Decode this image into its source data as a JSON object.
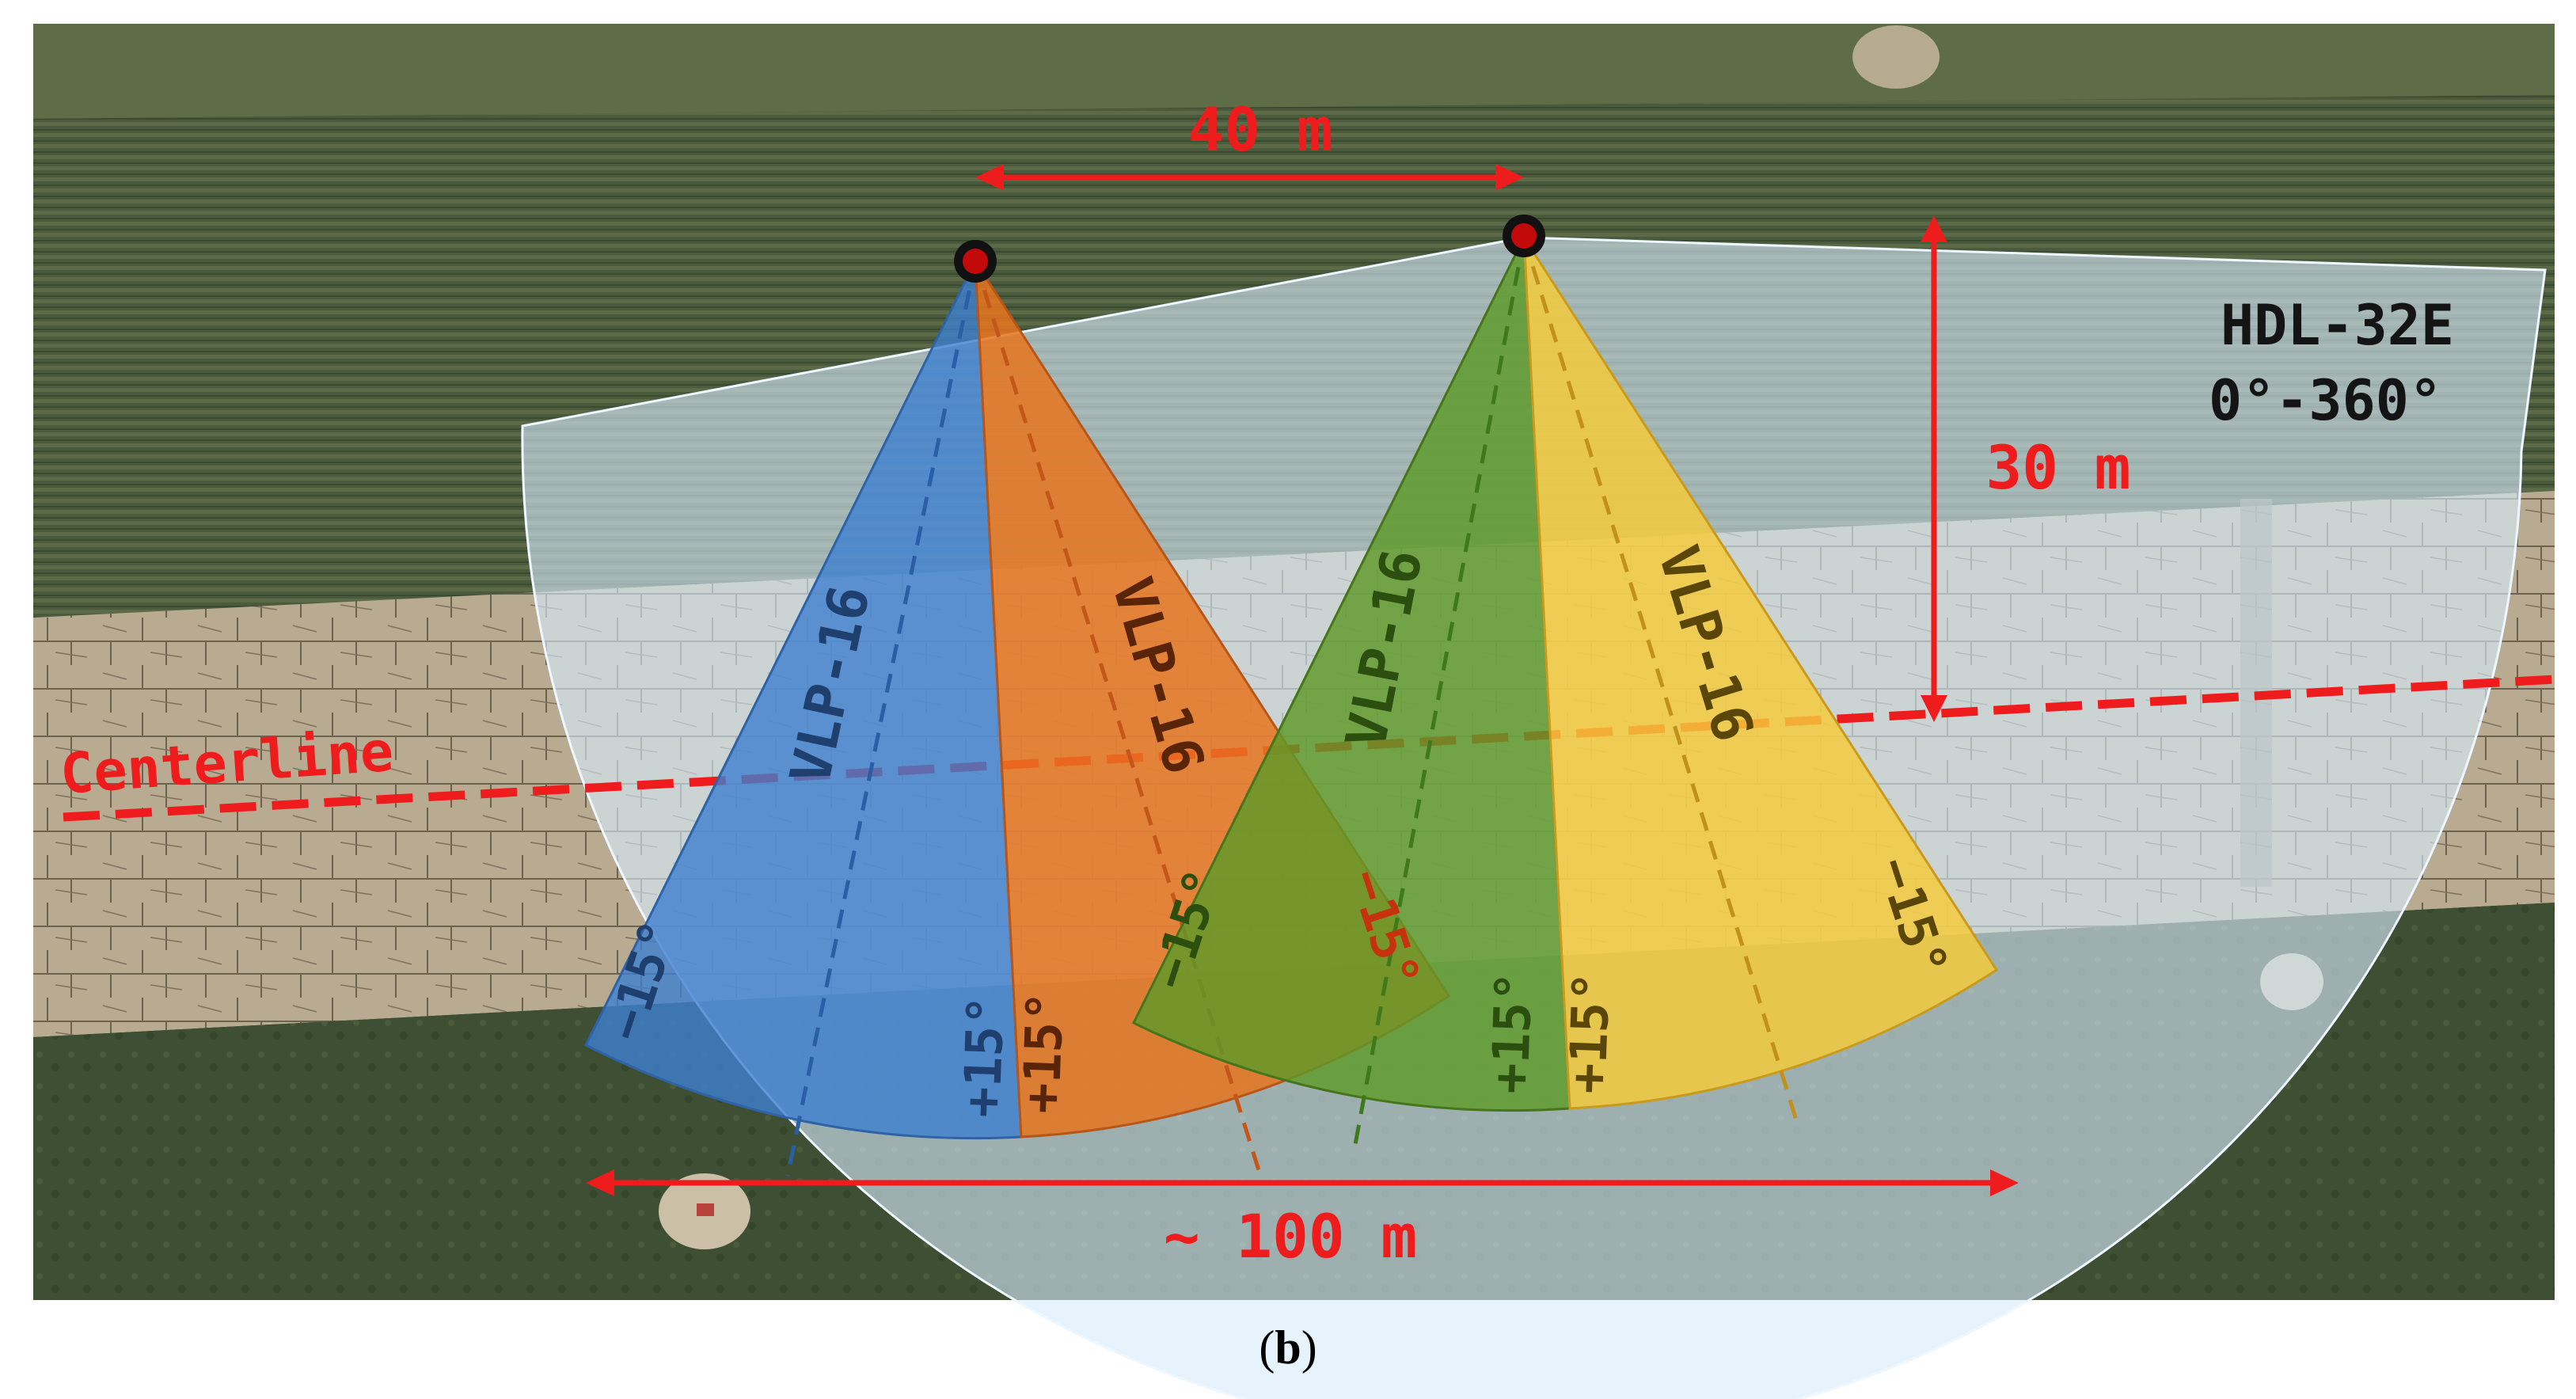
{
  "scene": {
    "background": "aerial-satellite-view-runway-and-fields"
  },
  "colors": {
    "annotation_red": "#ee1c1c",
    "hdl_fill": "#d6ecfb",
    "vlp_blue": "#3d7fd0",
    "vlp_orange": "#e8741e",
    "vlp_green": "#5e9a28",
    "vlp_yellow": "#f5ca3a",
    "sensor_marker": "#c20a0a"
  },
  "labels": {
    "spacing": "40 m",
    "offset": "30 m",
    "coverage": "~ 100 m",
    "centerline": "Centerline",
    "hdl_name": "HDL-32E",
    "hdl_fov": "0°-360°",
    "vlp_blue": "VLP-16",
    "vlp_orange": "VLP-16",
    "vlp_green": "VLP-16",
    "vlp_yellow": "VLP-16",
    "blue_minus": "−15°",
    "blue_plus": "+15°",
    "orange_plus": "+15°",
    "orange_minus": "−15°",
    "green_minus": "−15°",
    "green_plus": "+15°",
    "yellow_plus": "+15°",
    "yellow_minus": "−15°"
  },
  "caption": {
    "letter": "b"
  }
}
